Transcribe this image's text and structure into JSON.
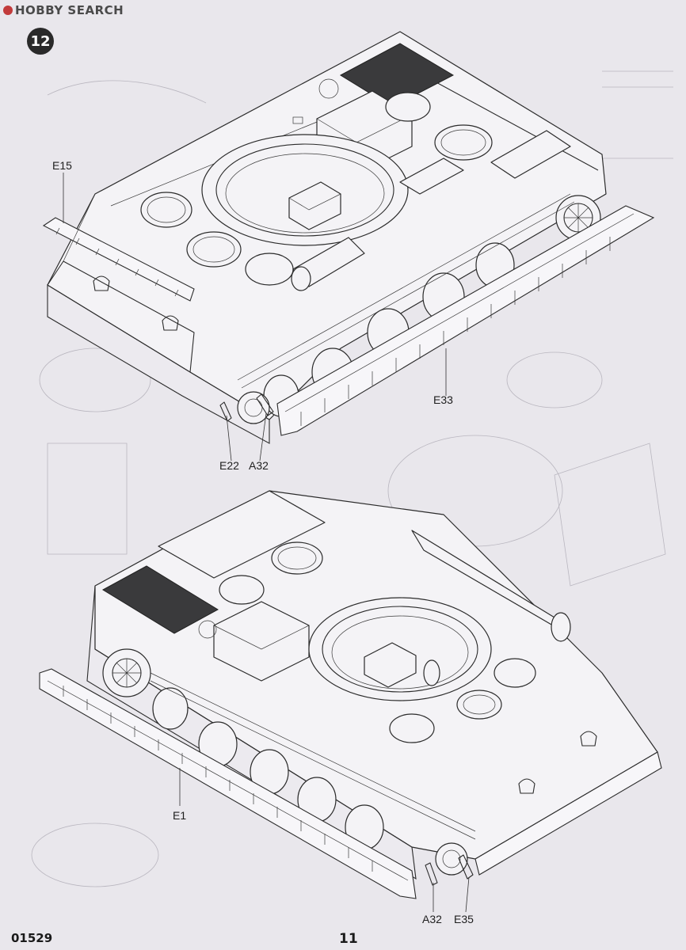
{
  "watermark": {
    "text": "HOBBY SEARCH"
  },
  "step": {
    "number": "12"
  },
  "callouts_top": {
    "e15": "E15",
    "e33": "E33",
    "e22": "E22",
    "a32": "A32"
  },
  "callouts_bottom": {
    "e1": "E1",
    "a32": "A32",
    "e35": "E35"
  },
  "footer": {
    "code": "01529",
    "page": "11"
  },
  "colors": {
    "paper": "#e9e7ec",
    "line": "#2b2b2b",
    "badge": "#2a2a2a",
    "panel_dark": "#3a3a3c"
  }
}
